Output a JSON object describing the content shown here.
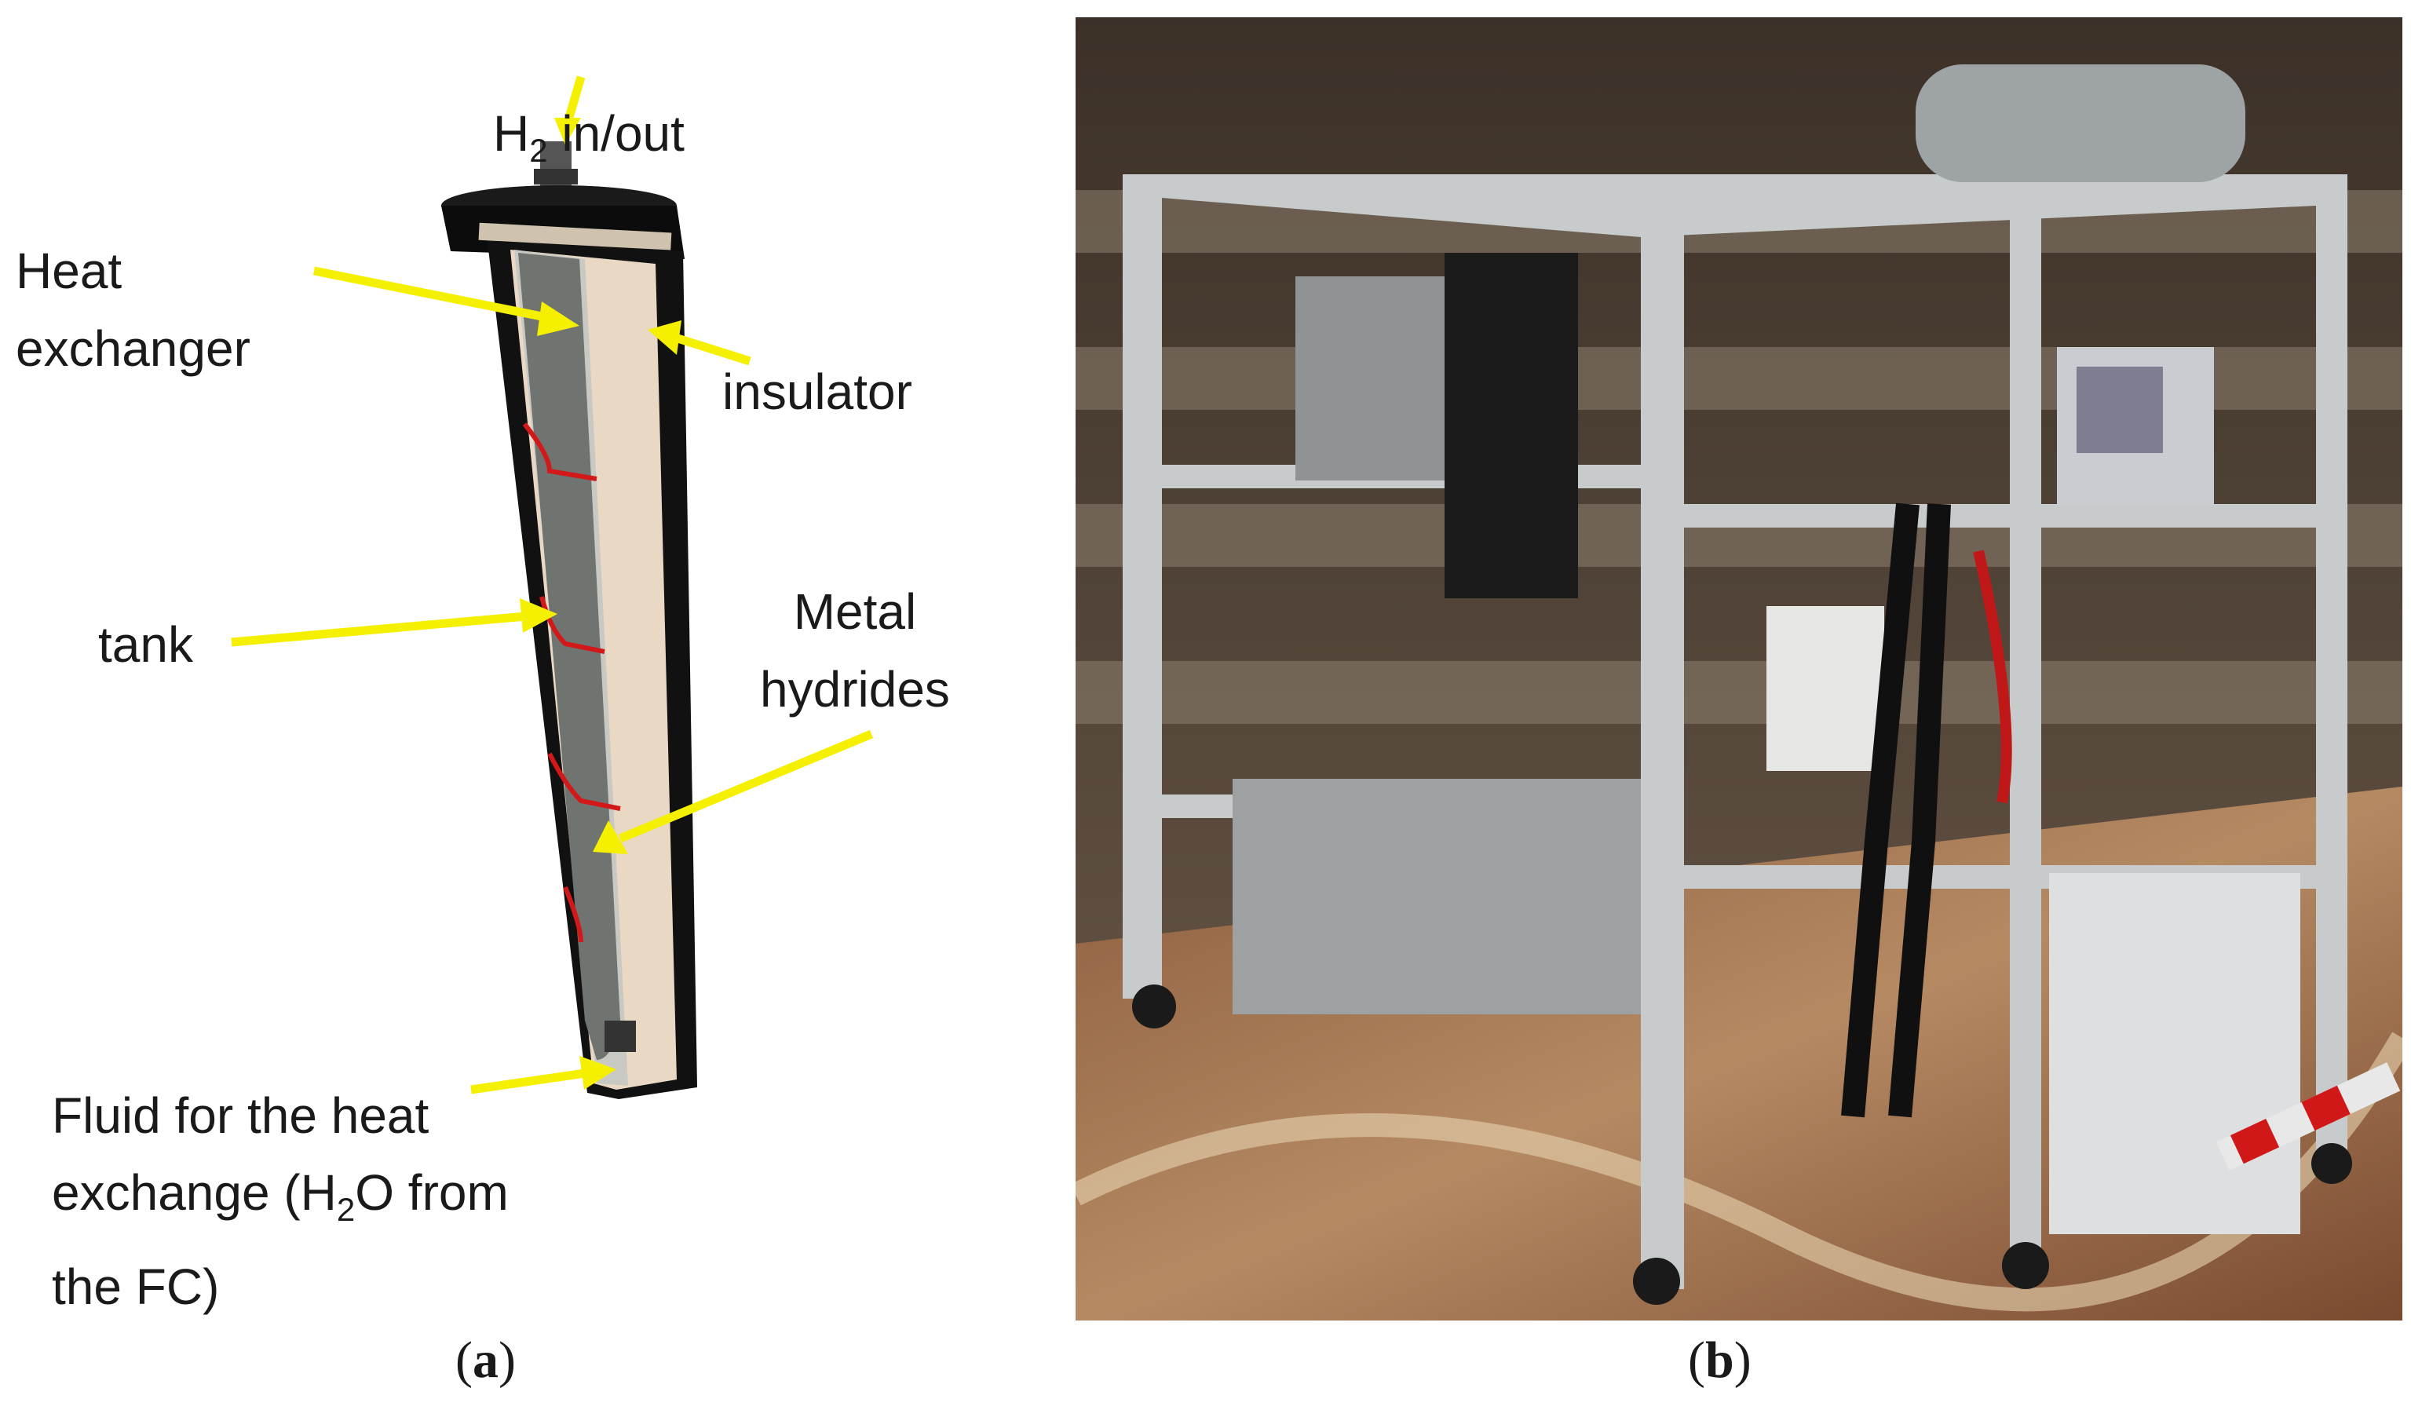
{
  "panel_a": {
    "labels": {
      "h2_prefix": "H",
      "h2_sub": "2",
      "h2_suffix": " in/out",
      "heat_exchanger": "Heat\nexchanger",
      "insulator": "insulator",
      "tank": "tank",
      "metal_hydrides": "Metal\nhydrides",
      "fluid_line1": "Fluid for the heat",
      "fluid_line2_prefix": "exchange (H",
      "fluid_line2_sub": "2",
      "fluid_line2_suffix": "O from",
      "fluid_line3": "the FC)"
    },
    "caption_open": "(",
    "caption_letter": "a",
    "caption_close": ")"
  },
  "panel_b": {
    "caption_open": "(",
    "caption_letter": "b",
    "caption_close": ")"
  },
  "colors": {
    "arrow": "#f5f000",
    "tank_outer": "#111111",
    "insulator": "#e9d9c4",
    "tank_body": "#6f7470",
    "wire": "#d21818"
  }
}
